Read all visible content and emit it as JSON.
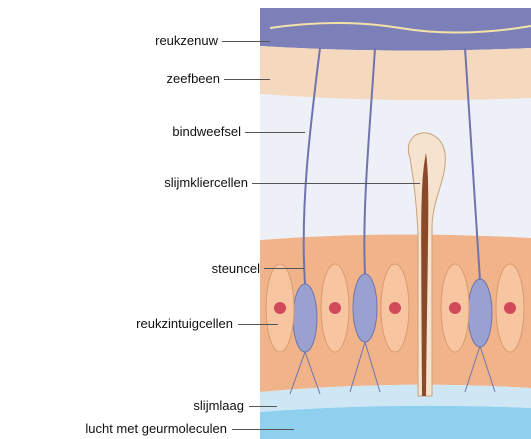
{
  "labels": [
    {
      "id": "olfactory-nerve",
      "text": "reukzenuw"
    },
    {
      "id": "ethmoid-bone",
      "text": "zeefbeen"
    },
    {
      "id": "connective-tissue",
      "text": "bindweefsel"
    },
    {
      "id": "mucus-gland-cells",
      "text": "slijmkliercellen"
    },
    {
      "id": "supporting-cell",
      "text": "steuncel"
    },
    {
      "id": "olfactory-cells",
      "text": "reukzintuigcellen"
    },
    {
      "id": "mucus-layer",
      "text": "slijmlaag"
    },
    {
      "id": "air-with-odor-molecules",
      "text": "lucht met geurmoleculen"
    }
  ],
  "colors": {
    "nerve_layer": "#7d7fb8",
    "bone_layer": "#f4d9bf",
    "connective_tissue": "#eef0f8",
    "epithelium": "#f1b48a",
    "cell_body": "#9aa0d0",
    "nucleus": "#d24a5a",
    "gland_duct": "#8a4a2a",
    "mucus": "#cfe7f4",
    "air": "#8fd0ee"
  }
}
